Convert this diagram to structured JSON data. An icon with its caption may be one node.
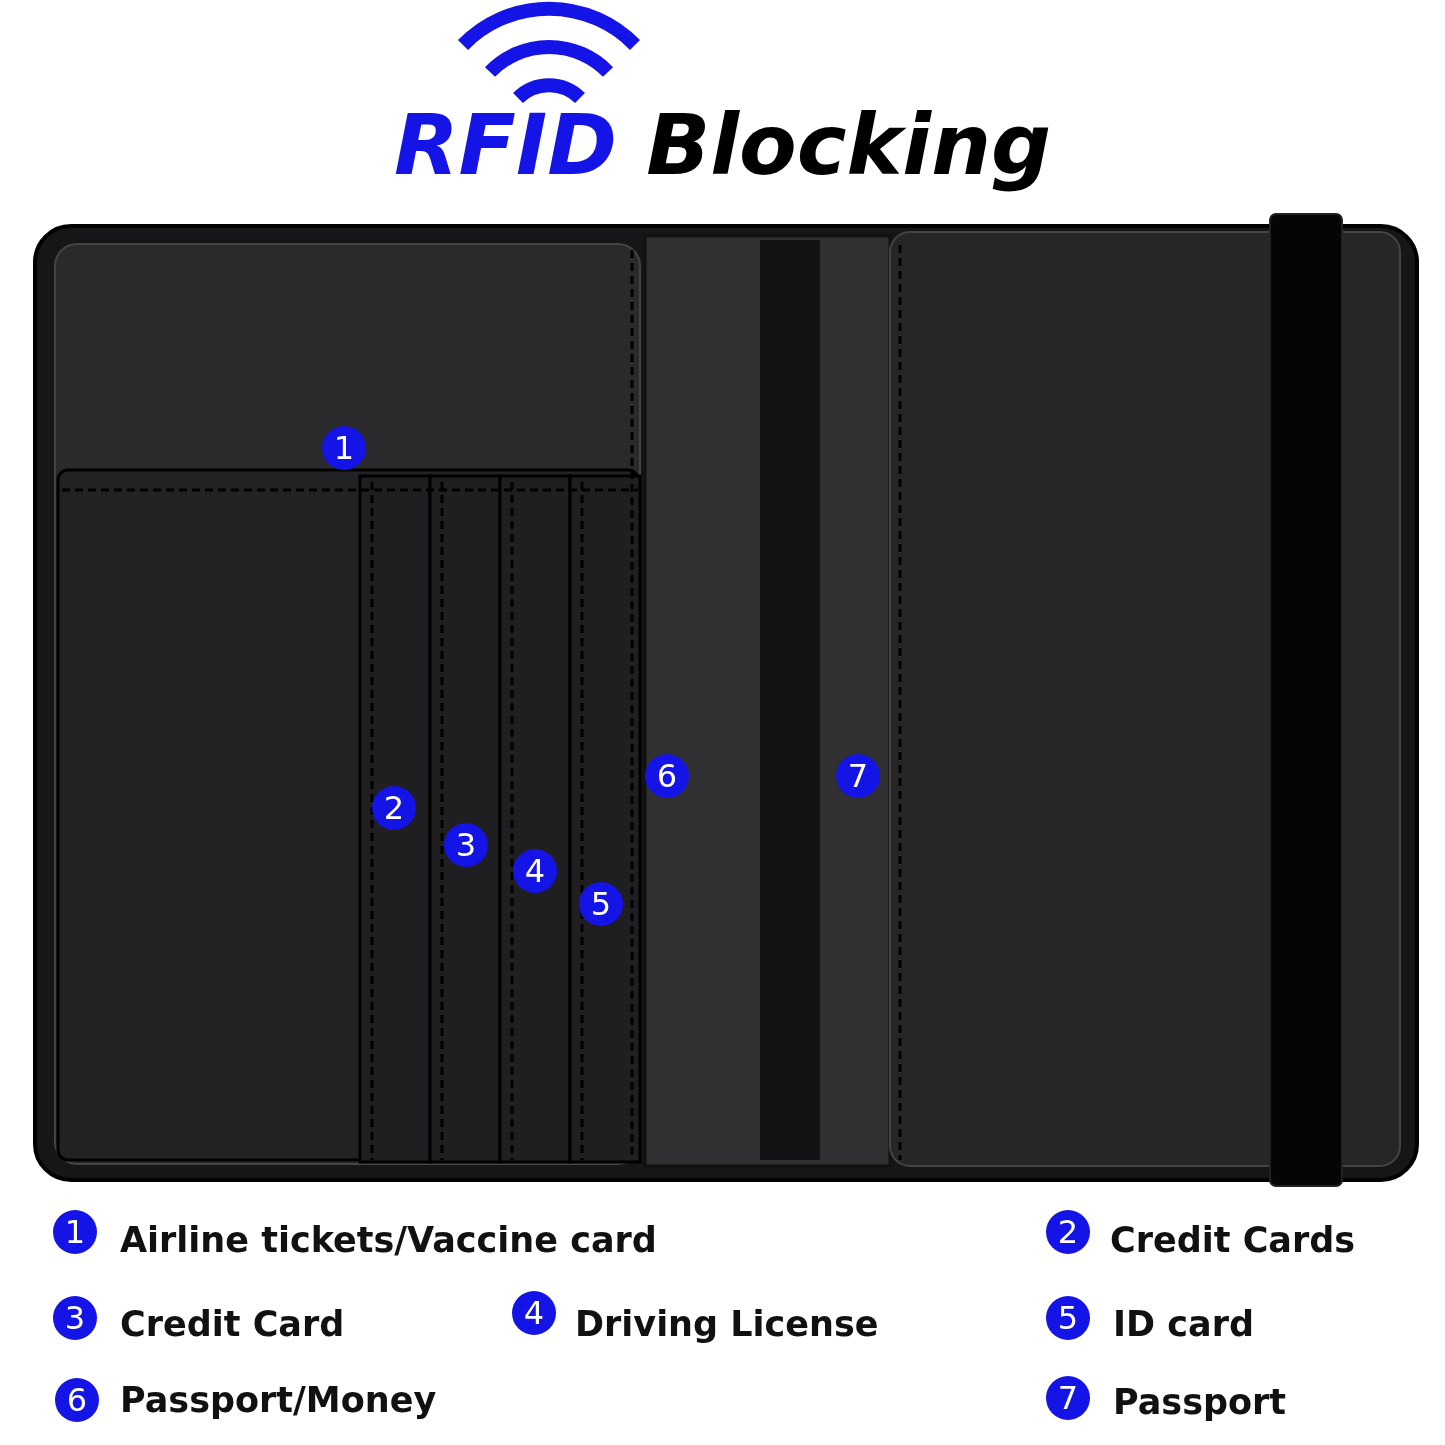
{
  "diagram": {
    "title": "RFID Blocking",
    "labels": [
      "1",
      "2",
      "3",
      "4",
      "5",
      "6",
      "7",
      "1",
      "Airline tickets/Vaccine card",
      "2",
      "Credit Cards",
      "3",
      "Credit Card",
      "4",
      "Driving License",
      "5",
      "ID card",
      "6",
      "Passport/Money",
      "7",
      "Passport"
    ]
  }
}
